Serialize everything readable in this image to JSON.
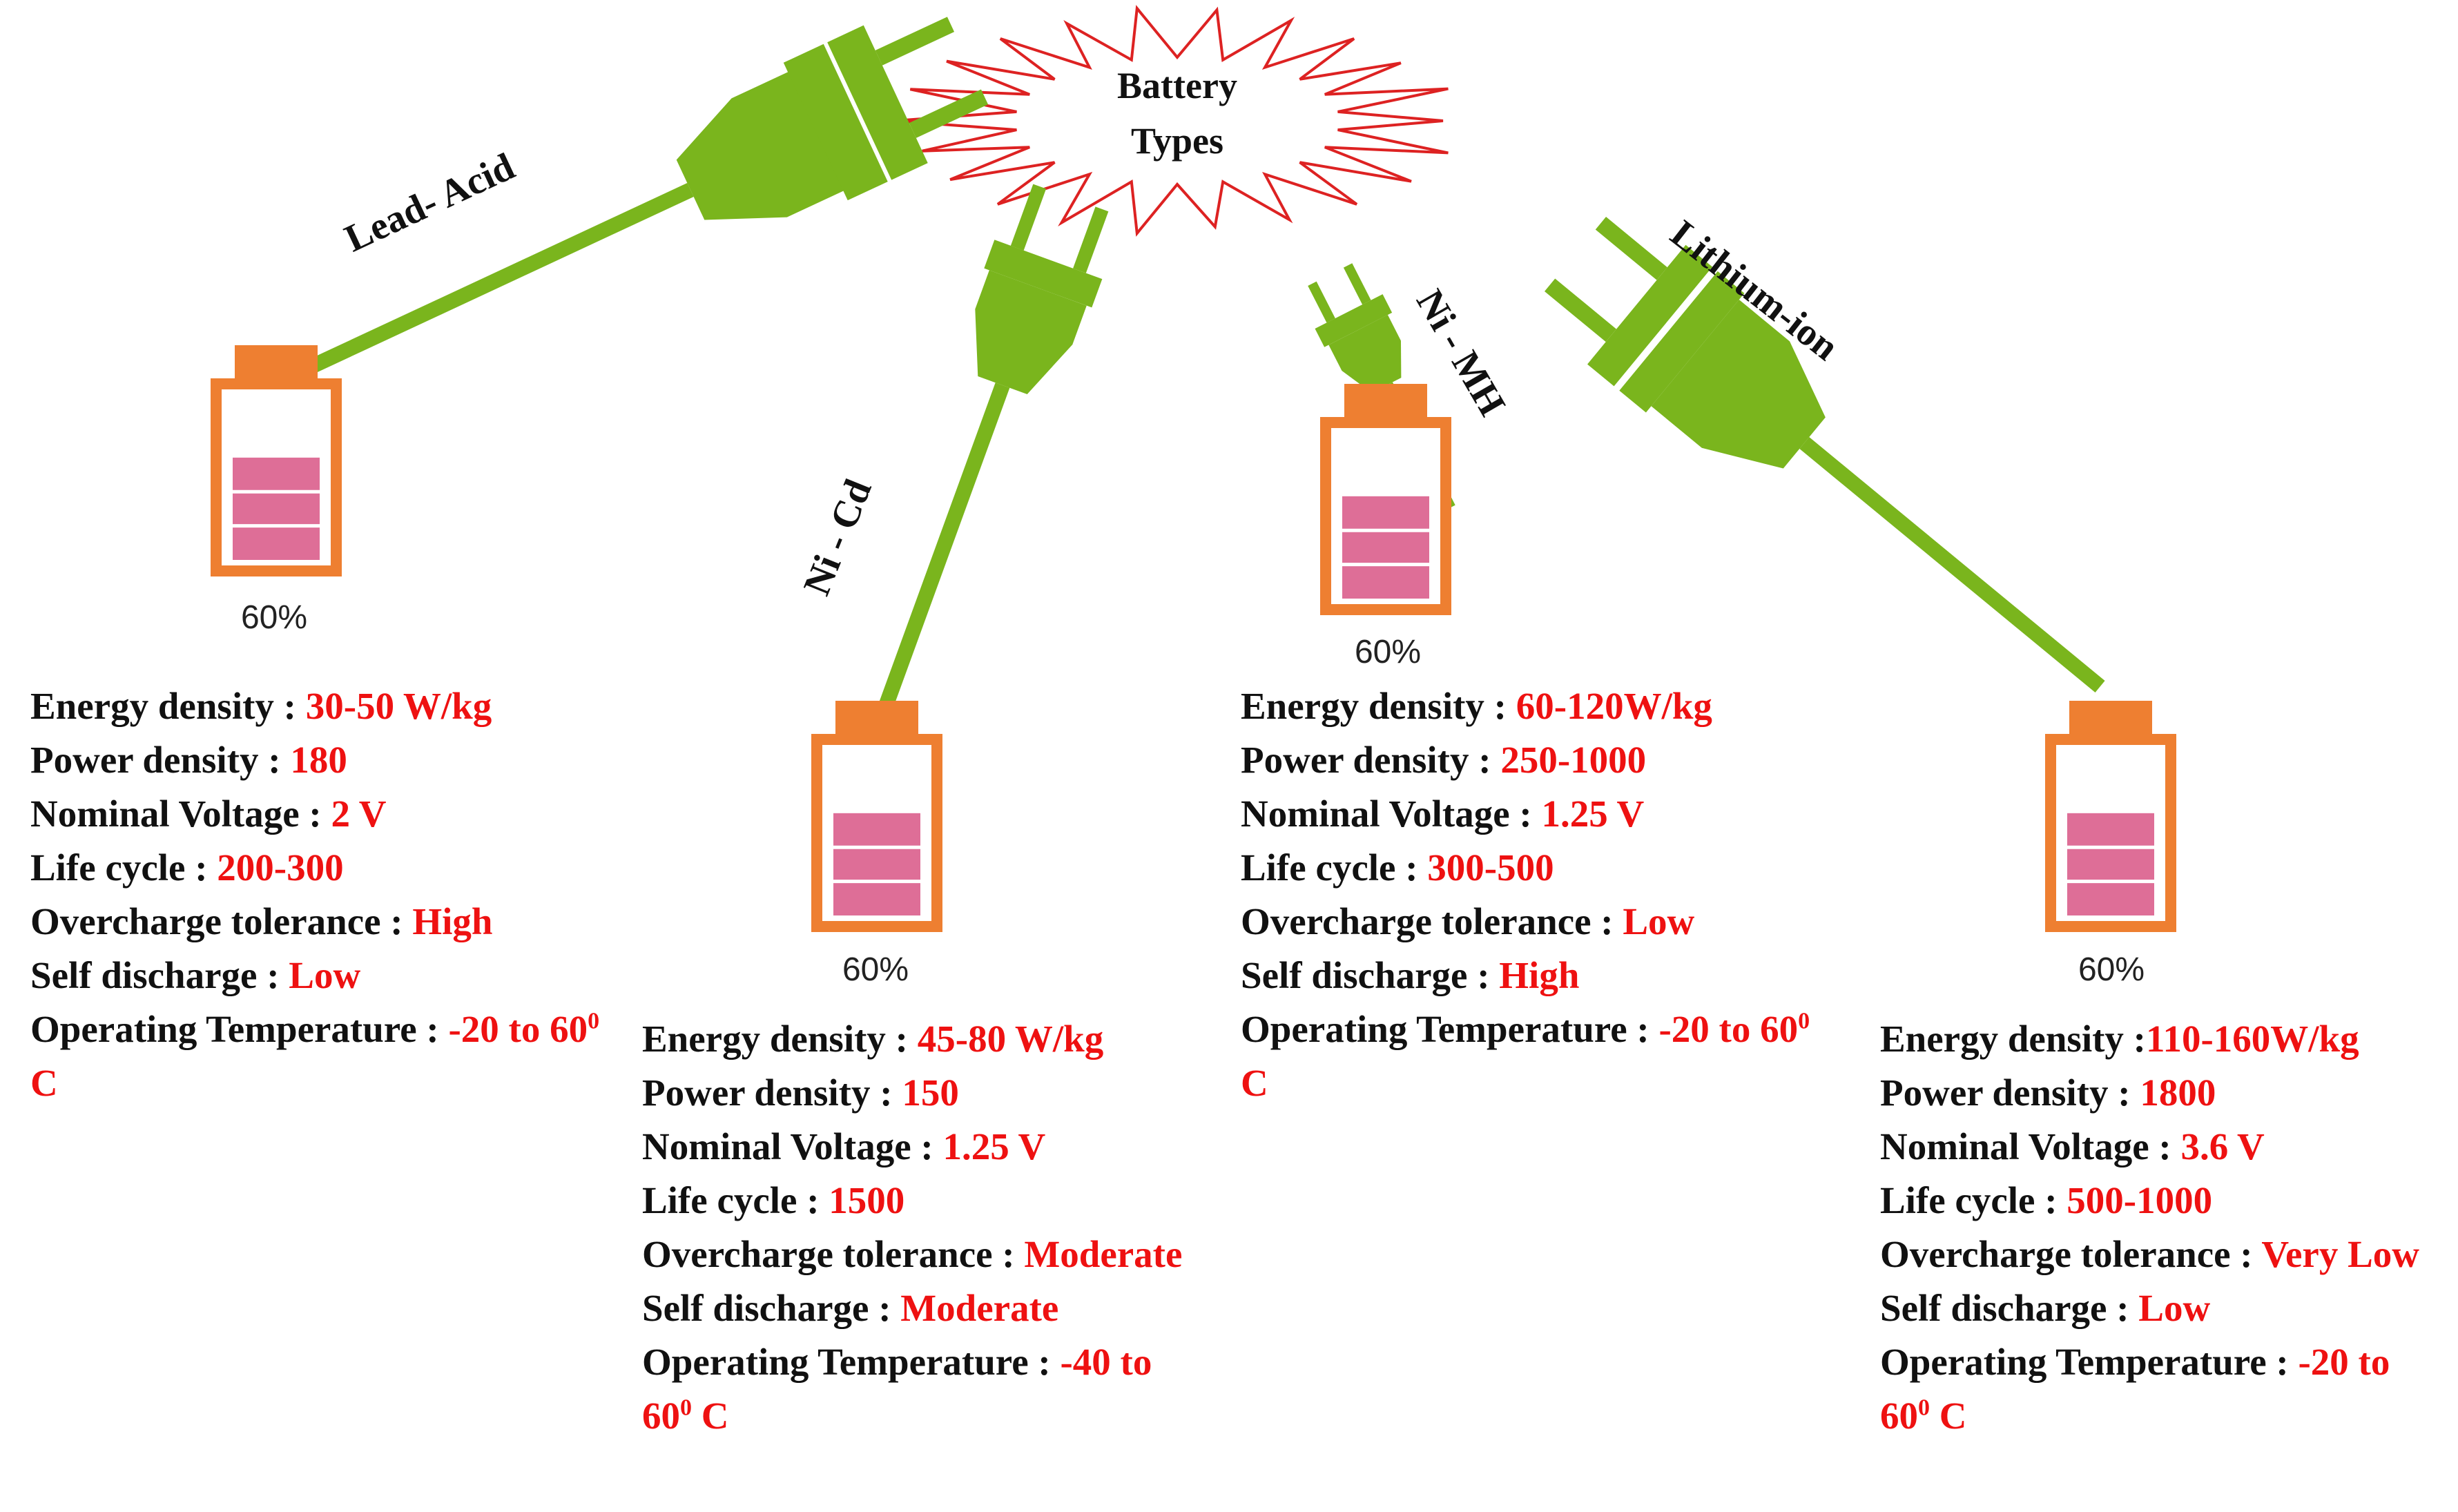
{
  "title": {
    "line1": "Battery",
    "line2": "Types"
  },
  "colors": {
    "plug_green": "#7ab51d",
    "battery_orange": "#ee7f31",
    "fill_pink": "#de6e97",
    "value_red": "#ee1111",
    "burst_outline": "#dd2222"
  },
  "icons": [
    "plug-icon",
    "battery-icon",
    "burst-icon"
  ],
  "batteries": [
    {
      "name": "Lead- Acid",
      "charge": "60%",
      "charge_level": 0.6,
      "specs": [
        {
          "label": "Energy density : ",
          "value": "30-50 W/kg"
        },
        {
          "label": "Power density : ",
          "value": "180"
        },
        {
          "label": "Nominal Voltage : ",
          "value": "2 V"
        },
        {
          "label": "Life cycle : ",
          "value": "200-300"
        },
        {
          "label": "Overcharge tolerance : ",
          "value": "High"
        },
        {
          "label": "Self discharge : ",
          "value": "Low"
        }
      ],
      "temperature": {
        "label": "Operating Temperature : ",
        "value": "-20 to 60",
        "sup": "0",
        "unit": " C"
      }
    },
    {
      "name": "Ni - Cd",
      "charge": "60%",
      "charge_level": 0.6,
      "specs": [
        {
          "label": "Energy density : ",
          "value": "45-80 W/kg"
        },
        {
          "label": "Power density : ",
          "value": "150"
        },
        {
          "label": "Nominal Voltage : ",
          "value": "1.25 V"
        },
        {
          "label": "Life cycle : ",
          "value": "1500"
        },
        {
          "label": "Overcharge tolerance : ",
          "value": "Moderate"
        },
        {
          "label": "Self discharge : ",
          "value": "Moderate"
        }
      ],
      "temperature": {
        "label": "Operating Temperature : ",
        "value": "-40 to 60",
        "sup": "0",
        "unit": " C"
      }
    },
    {
      "name": "Ni - MH",
      "charge": "60%",
      "charge_level": 0.6,
      "specs": [
        {
          "label": "Energy density : ",
          "value": "60-120W/kg"
        },
        {
          "label": "Power density : ",
          "value": "250-1000"
        },
        {
          "label": "Nominal Voltage : ",
          "value": "1.25 V"
        },
        {
          "label": "Life cycle : ",
          "value": "300-500"
        },
        {
          "label": "Overcharge tolerance : ",
          "value": "Low"
        },
        {
          "label": "Self discharge : ",
          "value": "High"
        }
      ],
      "temperature": {
        "label": "Operating Temperature : ",
        "value": "-20 to 60",
        "sup": "0",
        "unit": " C"
      }
    },
    {
      "name": "Lithium-ion",
      "charge": "60%",
      "charge_level": 0.6,
      "specs": [
        {
          "label": "Energy density :",
          "value": "110-160W/kg"
        },
        {
          "label": "Power density : ",
          "value": "1800"
        },
        {
          "label": "Nominal Voltage : ",
          "value": "3.6 V"
        },
        {
          "label": "Life cycle : ",
          "value": "500-1000"
        },
        {
          "label": "Overcharge tolerance : ",
          "value": "Very Low"
        },
        {
          "label": "Self discharge : ",
          "value": "Low"
        }
      ],
      "temperature": {
        "label": "Operating Temperature : ",
        "value": "-20 to 60",
        "sup": "0",
        "unit": " C"
      }
    }
  ]
}
